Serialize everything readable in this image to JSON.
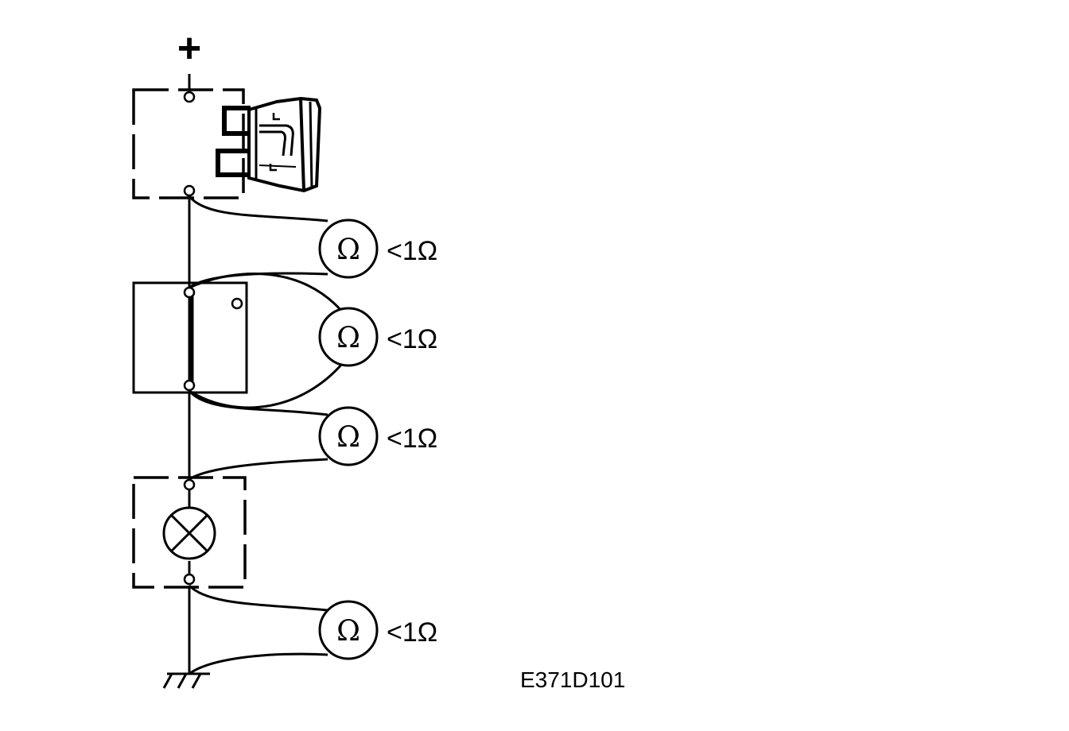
{
  "diagram": {
    "supply_symbol": "+",
    "ground_icon": "ground-icon",
    "components": [
      {
        "name": "fuse-icon"
      },
      {
        "name": "switch-icon"
      },
      {
        "name": "bulb-icon"
      }
    ],
    "measurements": [
      {
        "symbol": "Ω",
        "reading": "<1Ω"
      },
      {
        "symbol": "Ω",
        "reading": "<1Ω"
      },
      {
        "symbol": "Ω",
        "reading": "<1Ω"
      },
      {
        "symbol": "Ω",
        "reading": "<1Ω"
      }
    ],
    "figure_code": "E371D101"
  }
}
